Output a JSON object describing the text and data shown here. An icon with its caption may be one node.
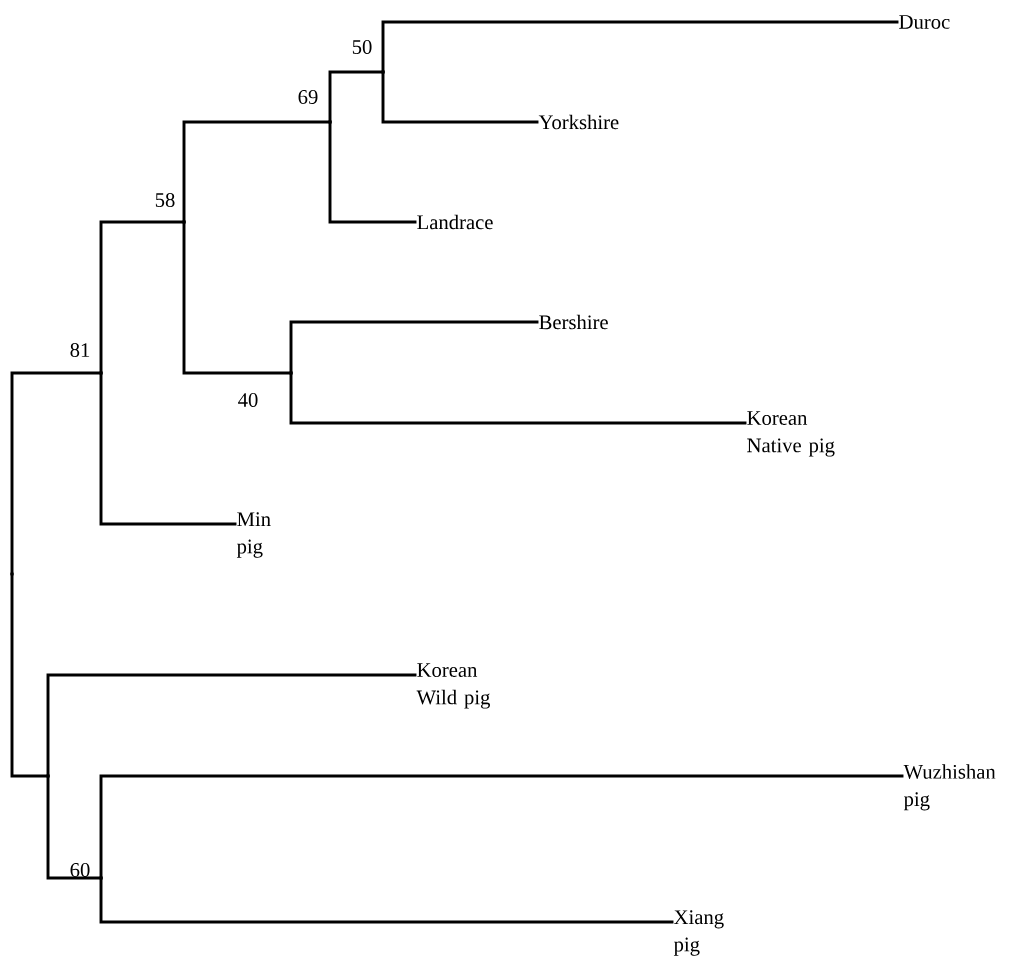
{
  "diagram": {
    "nodes": [
      {
        "text": [],
        "shape": "point"
      },
      {
        "text": [],
        "shape": "point",
        "beside": [
          "81"
        ]
      },
      {
        "text": [],
        "shape": "point",
        "beside": [
          "58"
        ]
      },
      {
        "text": [],
        "shape": "point",
        "beside": [
          "69"
        ]
      },
      {
        "text": [],
        "shape": "point",
        "beside": [
          "50"
        ]
      },
      {
        "text": [
          "Duroc"
        ]
      },
      {
        "text": [
          "Yorkshire"
        ]
      },
      {
        "text": [
          "Landrace"
        ]
      },
      {
        "text": [],
        "shape": "point",
        "beside": [
          "40"
        ]
      },
      {
        "text": [
          "Bershire"
        ]
      },
      {
        "text": [
          "Korean Native pig"
        ]
      },
      {
        "text": [
          "Min pig"
        ]
      },
      {
        "text": [],
        "shape": "point"
      },
      {
        "text": [
          "Korean Wild pig"
        ]
      },
      {
        "text": [],
        "shape": "point",
        "beside": [
          "60"
        ]
      },
      {
        "text": [
          "Wuzhishan pig"
        ]
      },
      {
        "text": [
          "Xiang pig"
        ]
      }
    ],
    "edges": [
      {
        "from": 0,
        "to": 1,
        "arrow": "none"
      },
      {
        "from": 1,
        "to": 2,
        "arrow": "none"
      },
      {
        "from": 2,
        "to": 3,
        "arrow": "none"
      },
      {
        "from": 3,
        "to": 4,
        "arrow": "none"
      },
      {
        "from": 4,
        "to": 5,
        "arrow": "none"
      },
      {
        "from": 4,
        "to": 6,
        "arrow": "none"
      },
      {
        "from": 3,
        "to": 7,
        "arrow": "none"
      },
      {
        "from": 2,
        "to": 8,
        "arrow": "none"
      },
      {
        "from": 8,
        "to": 9,
        "arrow": "none"
      },
      {
        "from": 8,
        "to": 10,
        "arrow": "none"
      },
      {
        "from": 1,
        "to": 11,
        "arrow": "none"
      },
      {
        "from": 0,
        "to": 12,
        "arrow": "none"
      },
      {
        "from": 12,
        "to": 13,
        "arrow": "none"
      },
      {
        "from": 12,
        "to": 14,
        "arrow": "none"
      },
      {
        "from": 14,
        "to": 15,
        "arrow": "none"
      },
      {
        "from": 14,
        "to": 16,
        "arrow": "none"
      }
    ]
  }
}
